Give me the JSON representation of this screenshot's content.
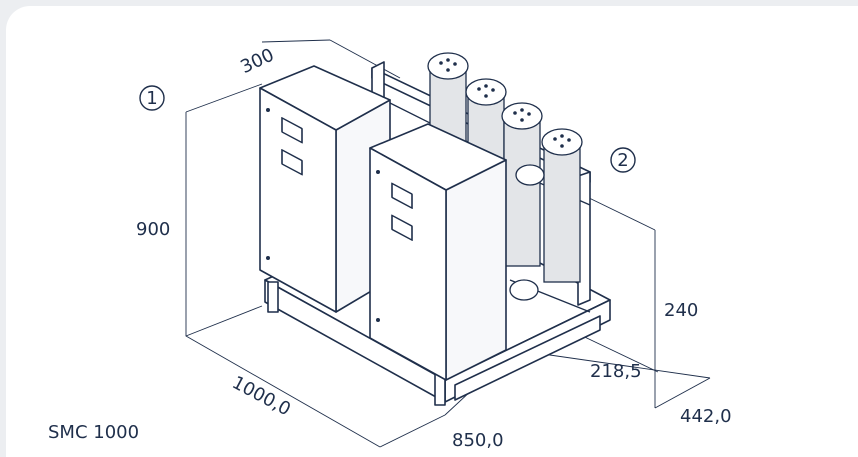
{
  "model_label": "SMC 1000",
  "dimensions": {
    "top_depth": "300",
    "height": "900",
    "length": "1000,0",
    "width": "850,0",
    "right_height": "240",
    "right_depth": "218,5",
    "right_total": "442,0"
  },
  "callouts": {
    "one": "1",
    "two": "2"
  },
  "colors": {
    "ink": "#1f2f4b",
    "background": "#ffffff",
    "frame": "#eceef1"
  }
}
